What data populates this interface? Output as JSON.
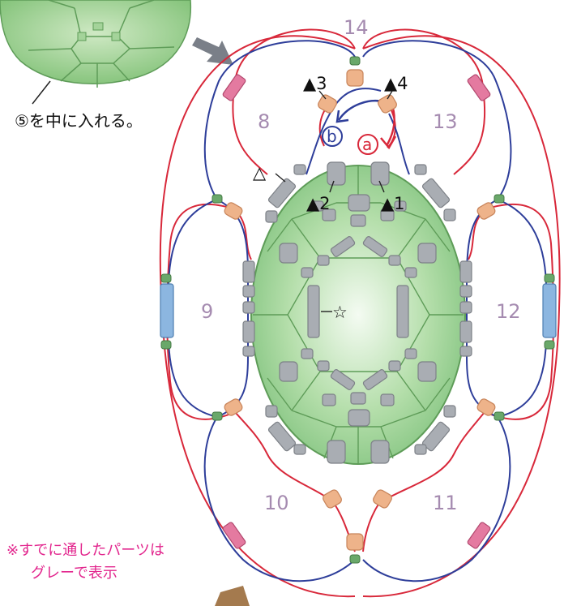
{
  "instruction": "⑤を中に入れる。",
  "note": {
    "line1": "※すでに通したパーツは",
    "line2": "グレーで表示"
  },
  "region_numbers": {
    "n14": "14",
    "n8": "8",
    "n13": "13",
    "n9": "9",
    "n12": "12",
    "n10": "10",
    "n11": "11"
  },
  "markers": {
    "t3": "▲3",
    "t4": "▲4",
    "t2": "▲2",
    "t1": "▲1",
    "triangle_open": "△",
    "star": "☆",
    "a": "a",
    "b": "b"
  },
  "colors": {
    "red_thread": "#d8283a",
    "blue_thread": "#2e3e9a",
    "shell_green": "#7cc07a",
    "gray_bead": "#a9adb3",
    "orange_bead": "#eeb38a",
    "pink_bead": "#e47aa0",
    "blue_bead": "#8cb6e0",
    "small_green_bead": "#6aa86a",
    "arrow_gray": "#7a7f88",
    "arrow_brown": "#a47a4e",
    "note_pink": "#e2258d"
  }
}
